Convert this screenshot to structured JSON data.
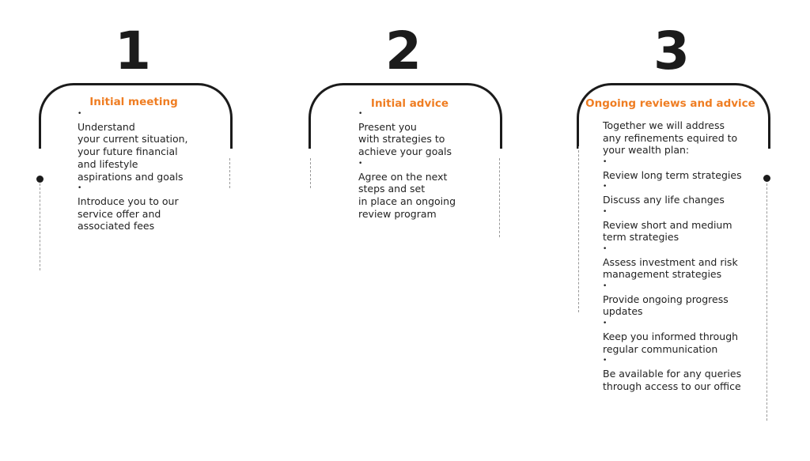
{
  "steps": [
    {
      "number": "1",
      "title": "Initial meeting",
      "intro": "",
      "items": [
        "Understand\nyour current situation,\nyour future financial\nand lifestyle\naspirations and goals",
        "Introduce you to our\nservice offer and\nassociated fees"
      ]
    },
    {
      "number": "2",
      "title": "Initial advice",
      "intro": "",
      "items": [
        "Present you\nwith strategies to\nachieve your goals",
        "Agree on the next\nsteps and set\nin place an ongoing\nreview program"
      ]
    },
    {
      "number": "3",
      "title": "Ongoing reviews and advice",
      "intro": "Together we will address\nany refinements equired to\nyour wealth plan:",
      "items": [
        "Review long term strategies",
        "Discuss any life changes",
        "Review short and medium\nterm strategies",
        "Assess investment and risk\nmanagement strategies",
        "Provide ongoing progress\nupdates",
        "Keep you informed through\nregular communication",
        "Be available for any queries\nthrough access to our office"
      ]
    }
  ],
  "bullet_char": "•",
  "colors": {
    "accent": "#ef7d22",
    "ink": "#1b1b1b",
    "dotted": "#999999"
  }
}
